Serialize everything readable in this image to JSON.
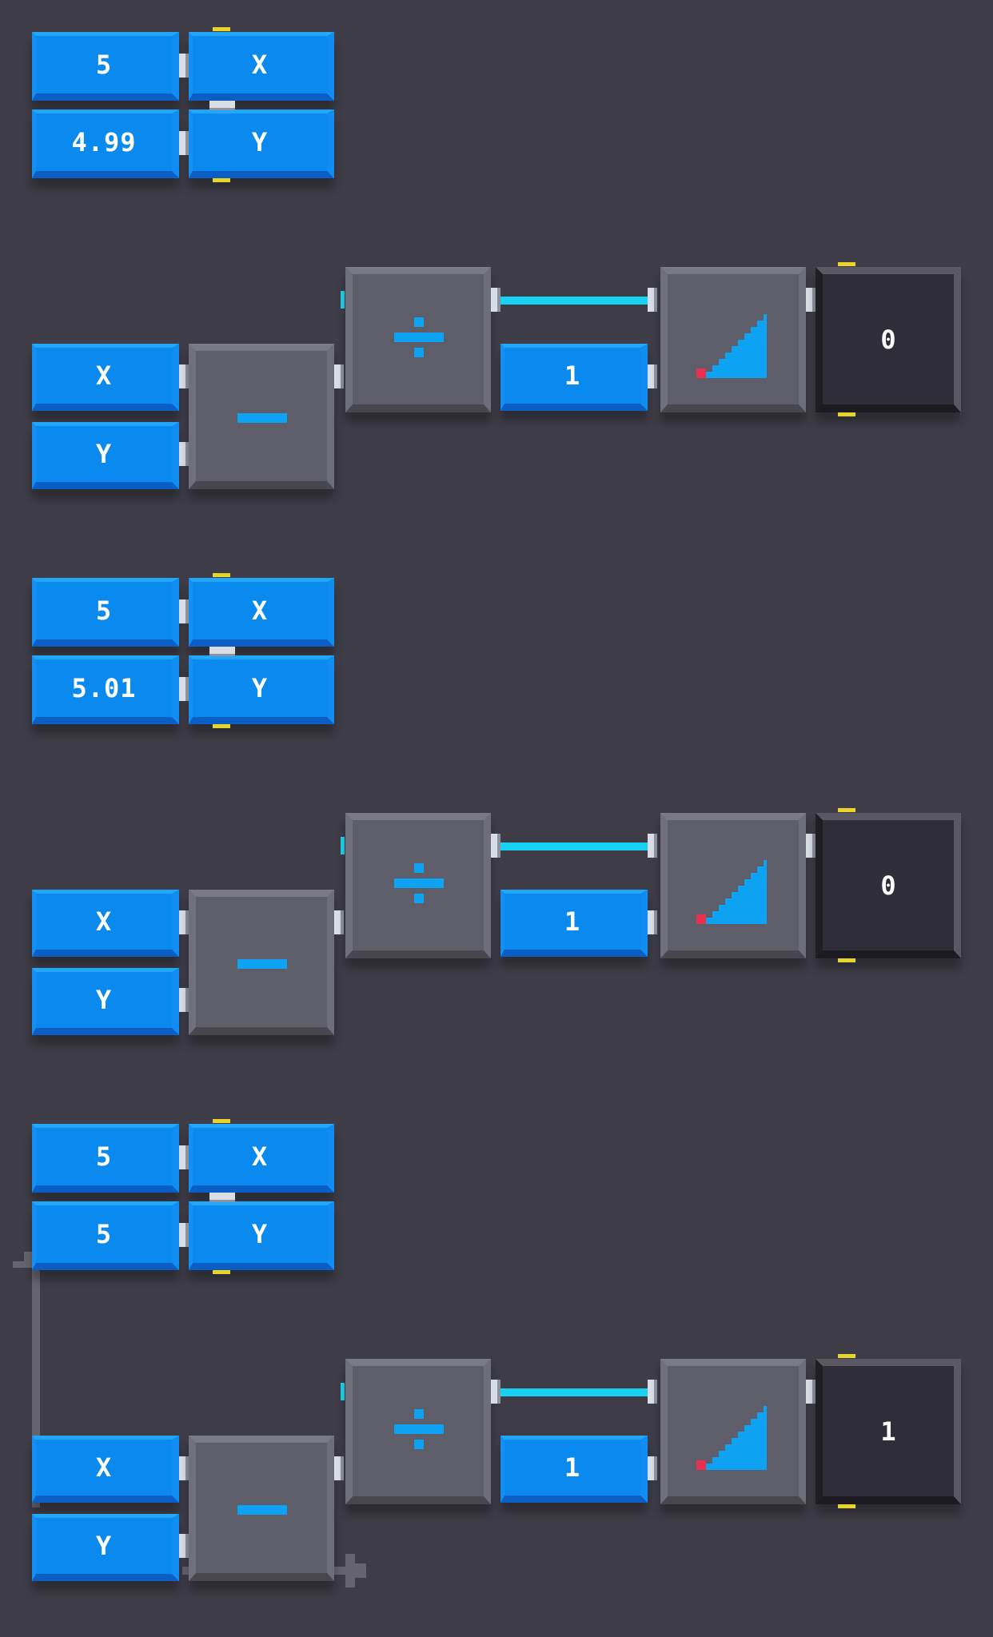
{
  "rows": [
    {
      "inputs": {
        "a": "5",
        "b": "4.99",
        "x_label": "X",
        "y_label": "Y"
      },
      "circuit": {
        "x_label": "X",
        "y_label": "Y",
        "constant": "1",
        "output": "0"
      }
    },
    {
      "inputs": {
        "a": "5",
        "b": "5.01",
        "x_label": "X",
        "y_label": "Y"
      },
      "circuit": {
        "x_label": "X",
        "y_label": "Y",
        "constant": "1",
        "output": "0"
      }
    },
    {
      "inputs": {
        "a": "5",
        "b": "5",
        "x_label": "X",
        "y_label": "Y"
      },
      "circuit": {
        "x_label": "X",
        "y_label": "Y",
        "constant": "1",
        "output": "1"
      }
    }
  ],
  "icons": {
    "subtract": "minus-icon",
    "divide": "divide-icon",
    "ramp": "ramp-icon"
  },
  "colors": {
    "background": "#3d3c47",
    "block_blue": "#0a89ee",
    "block_gray": "#5e5e6b",
    "block_dark": "#2f2e38",
    "wire_cyan": "#19d1f3",
    "marker_yellow": "#e8d52b",
    "marker_red": "#e8304f"
  }
}
